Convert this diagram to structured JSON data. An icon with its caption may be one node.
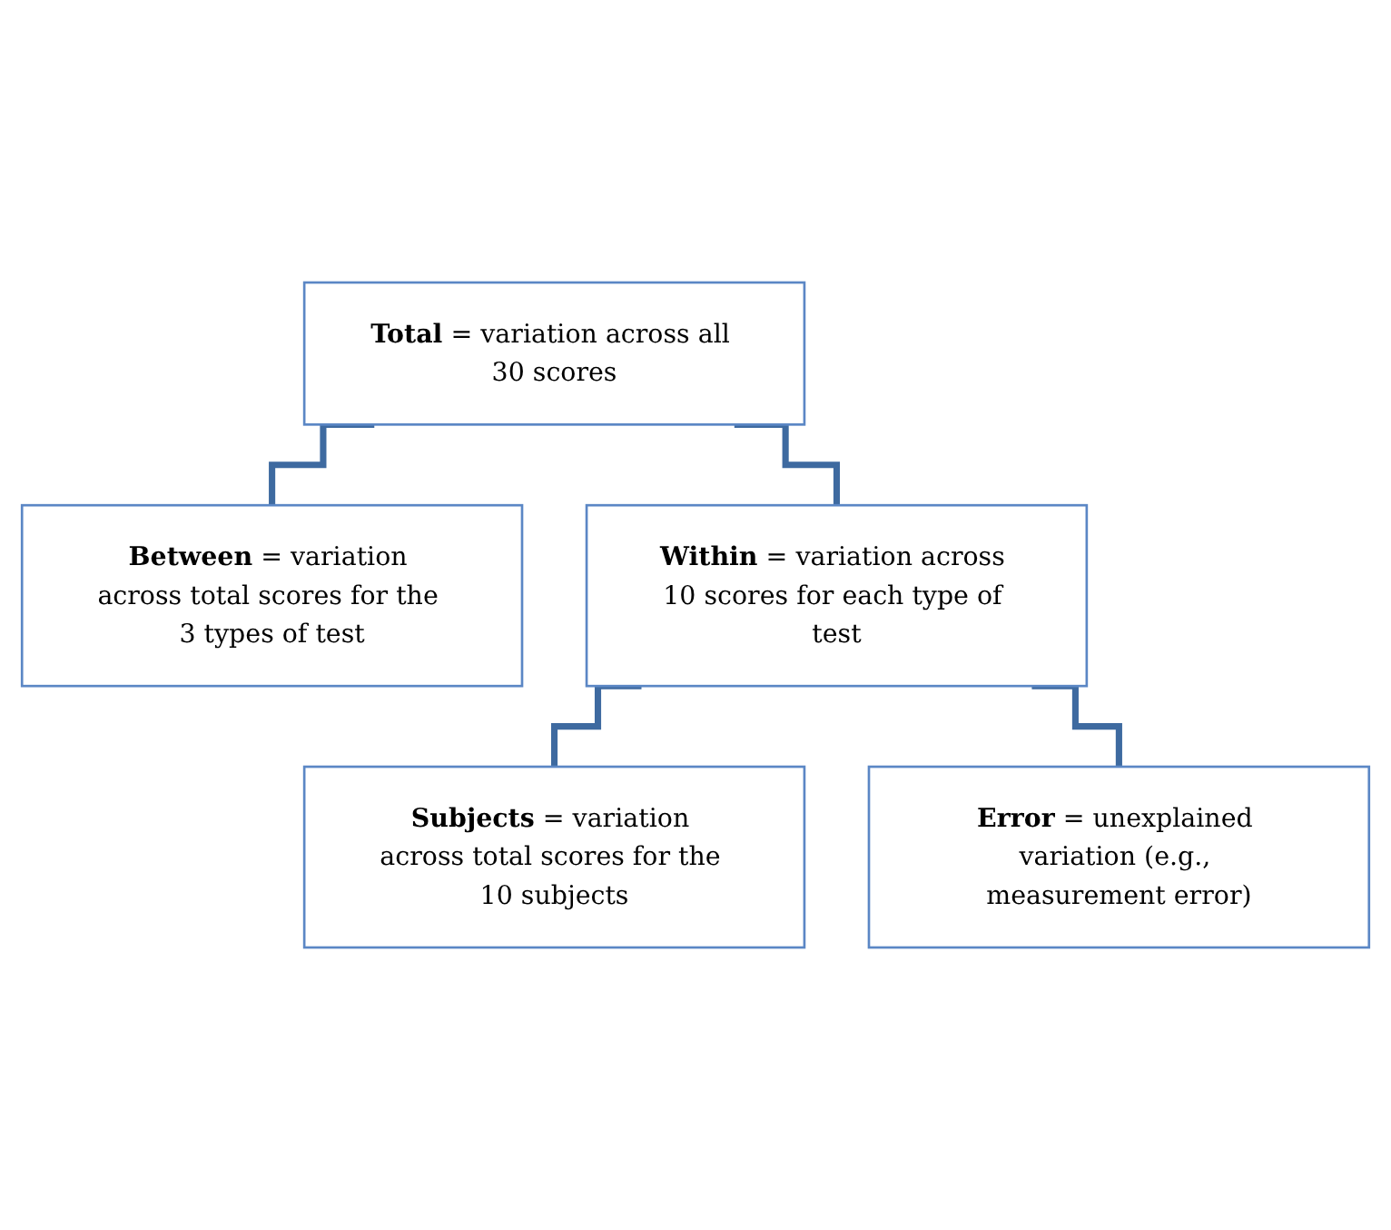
{
  "diagram": {
    "nodes": [
      {
        "text": [
          "**Total** = variation across all 30 scores"
        ]
      },
      {
        "text": [
          "**Between** = variation across total scores for the 3 types of test"
        ]
      },
      {
        "text": [
          "**Within** = variation across 10 scores for each type of test"
        ]
      },
      {
        "text": [
          "**Subjects** = variation across total scores for the 10 subjects"
        ]
      },
      {
        "text": [
          "**Error** = unexplained variation (e.g., measurement error)"
        ]
      }
    ],
    "edges": [
      {
        "from": 0,
        "to": 1,
        "arrow": "none"
      },
      {
        "from": 0,
        "to": 2,
        "arrow": "none"
      },
      {
        "from": 2,
        "to": 3,
        "arrow": "none"
      },
      {
        "from": 2,
        "to": 4,
        "arrow": "none"
      }
    ]
  }
}
